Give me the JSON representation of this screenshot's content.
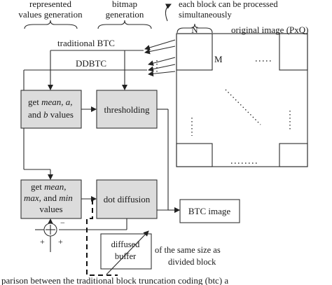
{
  "top_labels": {
    "represented": [
      "represented",
      "values generation"
    ],
    "bitmap": [
      "bitmap",
      "generation"
    ],
    "parallel": [
      "each block can be processed",
      "simultaneously"
    ]
  },
  "original_image": {
    "label": "original image  (PxQ)",
    "n": "N",
    "m": "M"
  },
  "paths": {
    "btc": "traditional BTC",
    "ddbtc": "DDBTC"
  },
  "boxes": {
    "get_mean_ab": [
      "get ",
      "mean, a,",
      "and ",
      "b",
      " values"
    ],
    "thresholding": "thresholding",
    "get_mean_max_min": [
      "get ",
      "mean,",
      "max,",
      " and ",
      "min",
      "values"
    ],
    "dot_diffusion": "dot diffusion",
    "btc_image": "BTC image",
    "diffused_buffer": [
      "diffused",
      "buffer"
    ]
  },
  "buffer_note": [
    "of the same size as",
    "divided block"
  ],
  "adder": {
    "plus_left": "+",
    "plus_right": "+",
    "minus": "−"
  },
  "caption": "parison between the traditional block truncation coding (btc) a",
  "colors": {
    "box_fill": "#dcdcdc",
    "stroke": "#2a2a2a"
  }
}
